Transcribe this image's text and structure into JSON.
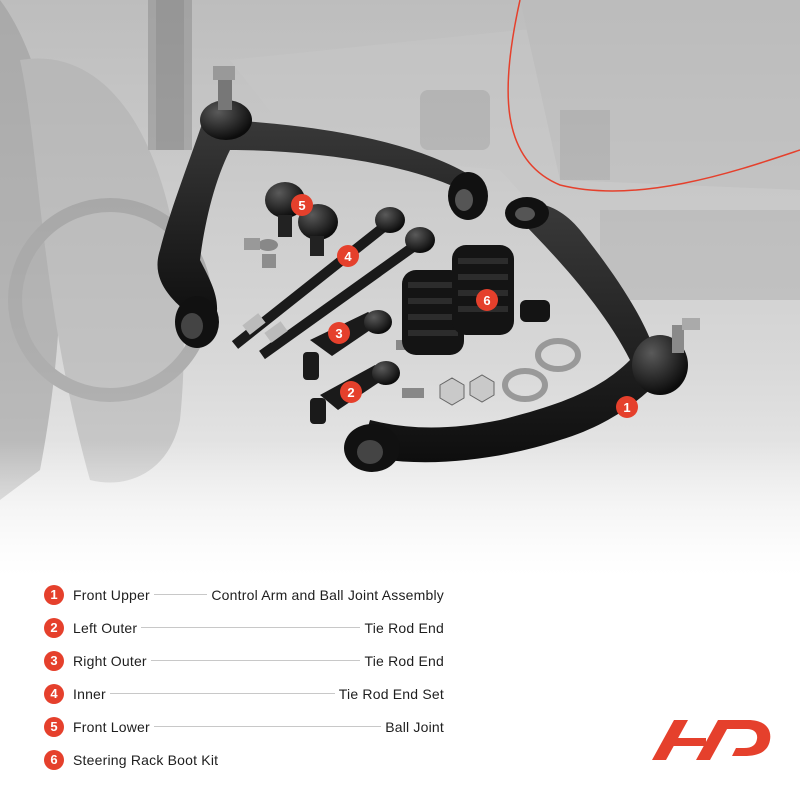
{
  "legend": {
    "items": [
      {
        "num": "1",
        "left": "Front Upper",
        "right": "Control Arm and Ball Joint Assembly"
      },
      {
        "num": "2",
        "left": "Left Outer",
        "right": "Tie Rod End"
      },
      {
        "num": "3",
        "left": "Right Outer",
        "right": "Tie Rod End"
      },
      {
        "num": "4",
        "left": "Inner",
        "right": "Tie Rod End Set"
      },
      {
        "num": "5",
        "left": "Front Lower",
        "right": "Ball Joint"
      },
      {
        "num": "6",
        "left": "Steering Rack Boot Kit",
        "right": ""
      }
    ]
  },
  "callouts": [
    "1",
    "2",
    "3",
    "4",
    "5",
    "6"
  ],
  "colors": {
    "accent": "#e5402c",
    "text": "#1e1e1e",
    "part": "#1a1a1a"
  },
  "icons": {
    "logo": "a-premium-logo"
  }
}
